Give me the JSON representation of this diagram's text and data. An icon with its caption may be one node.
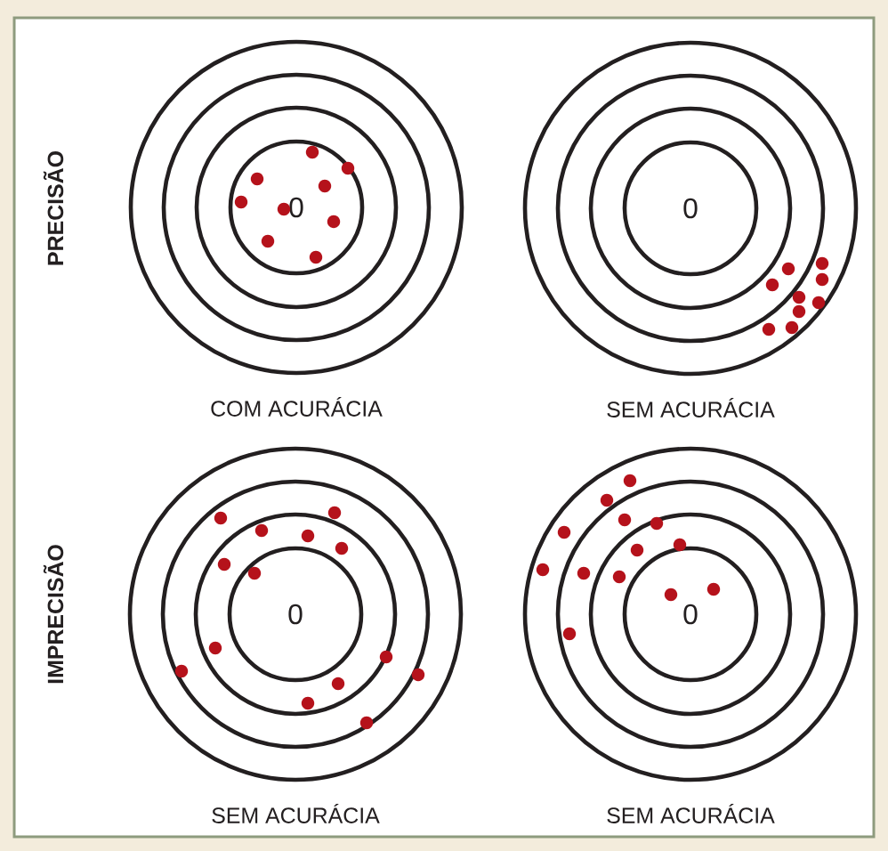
{
  "diagram": {
    "nodes": [
      {
        "text": [
          "0"
        ],
        "beside": [
          "COM ACURÁCIA"
        ]
      },
      {
        "text": [
          "0"
        ],
        "beside": [
          "SEM ACURÁCIA"
        ]
      },
      {
        "text": [
          "0"
        ],
        "beside": [
          "SEM ACURÁCIA"
        ]
      },
      {
        "text": [
          "0"
        ],
        "beside": [
          "SEM ACURÁCIA"
        ]
      }
    ],
    "labels": [
      "PRECISÃO",
      "IMPRECISÃO"
    ]
  }
}
